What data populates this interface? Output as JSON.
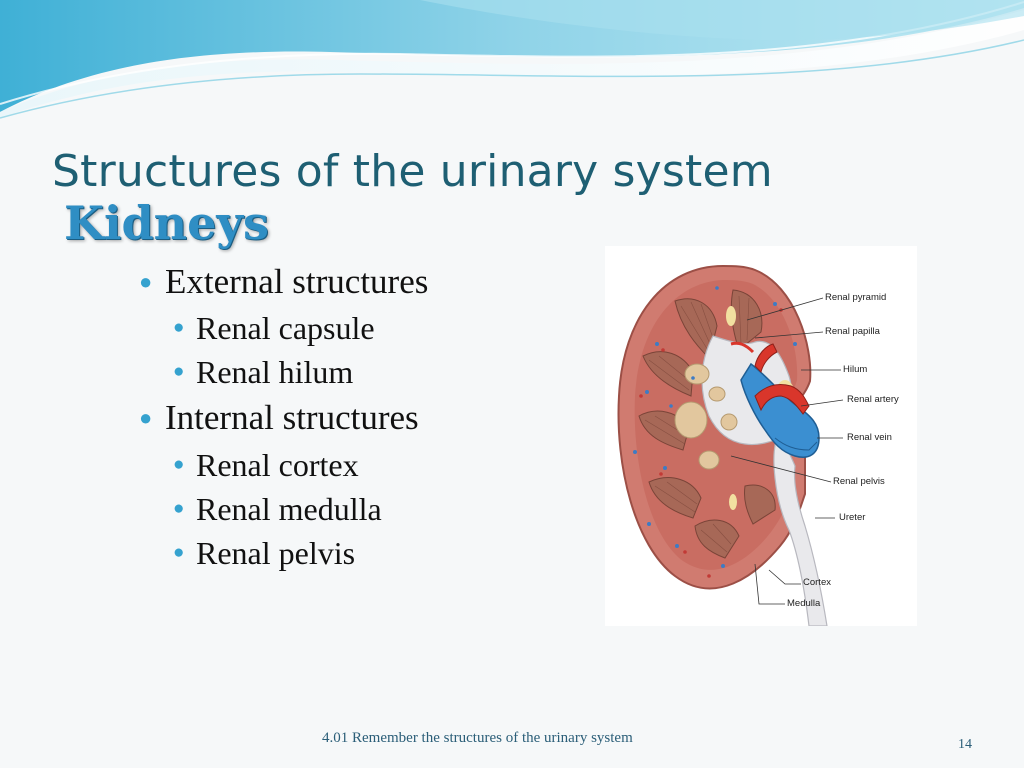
{
  "slide": {
    "title": "Structures of the urinary system",
    "subtitle": "Kidneys",
    "bullets": [
      {
        "text": "External structures",
        "children": [
          "Renal capsule",
          "Renal hilum"
        ]
      },
      {
        "text": "Internal structures",
        "children": [
          "Renal cortex",
          "Renal medulla",
          "Renal pelvis"
        ]
      }
    ],
    "figure_labels": {
      "renal_pyramid": "Renal pyramid",
      "renal_papilla": "Renal papilla",
      "hilum": "Hilum",
      "renal_artery": "Renal artery",
      "renal_vein": "Renal vein",
      "renal_pelvis": "Renal pelvis",
      "ureter": "Ureter",
      "cortex": "Cortex",
      "medulla": "Medulla"
    },
    "footer": "4.01 Remember the structures of the urinary system",
    "page_number": "14"
  },
  "colors": {
    "title": "#1e5f73",
    "subtitle": "#2f8ec4",
    "bullet_dot": "#35a2cf",
    "header_wave": "#4fb8d8",
    "kidney_cortex": "#c9736a",
    "kidney_medulla": "#a86a5a",
    "renal_vein": "#3a8fd0",
    "renal_artery": "#d9362b",
    "pelvis": "#e8e8ea"
  }
}
